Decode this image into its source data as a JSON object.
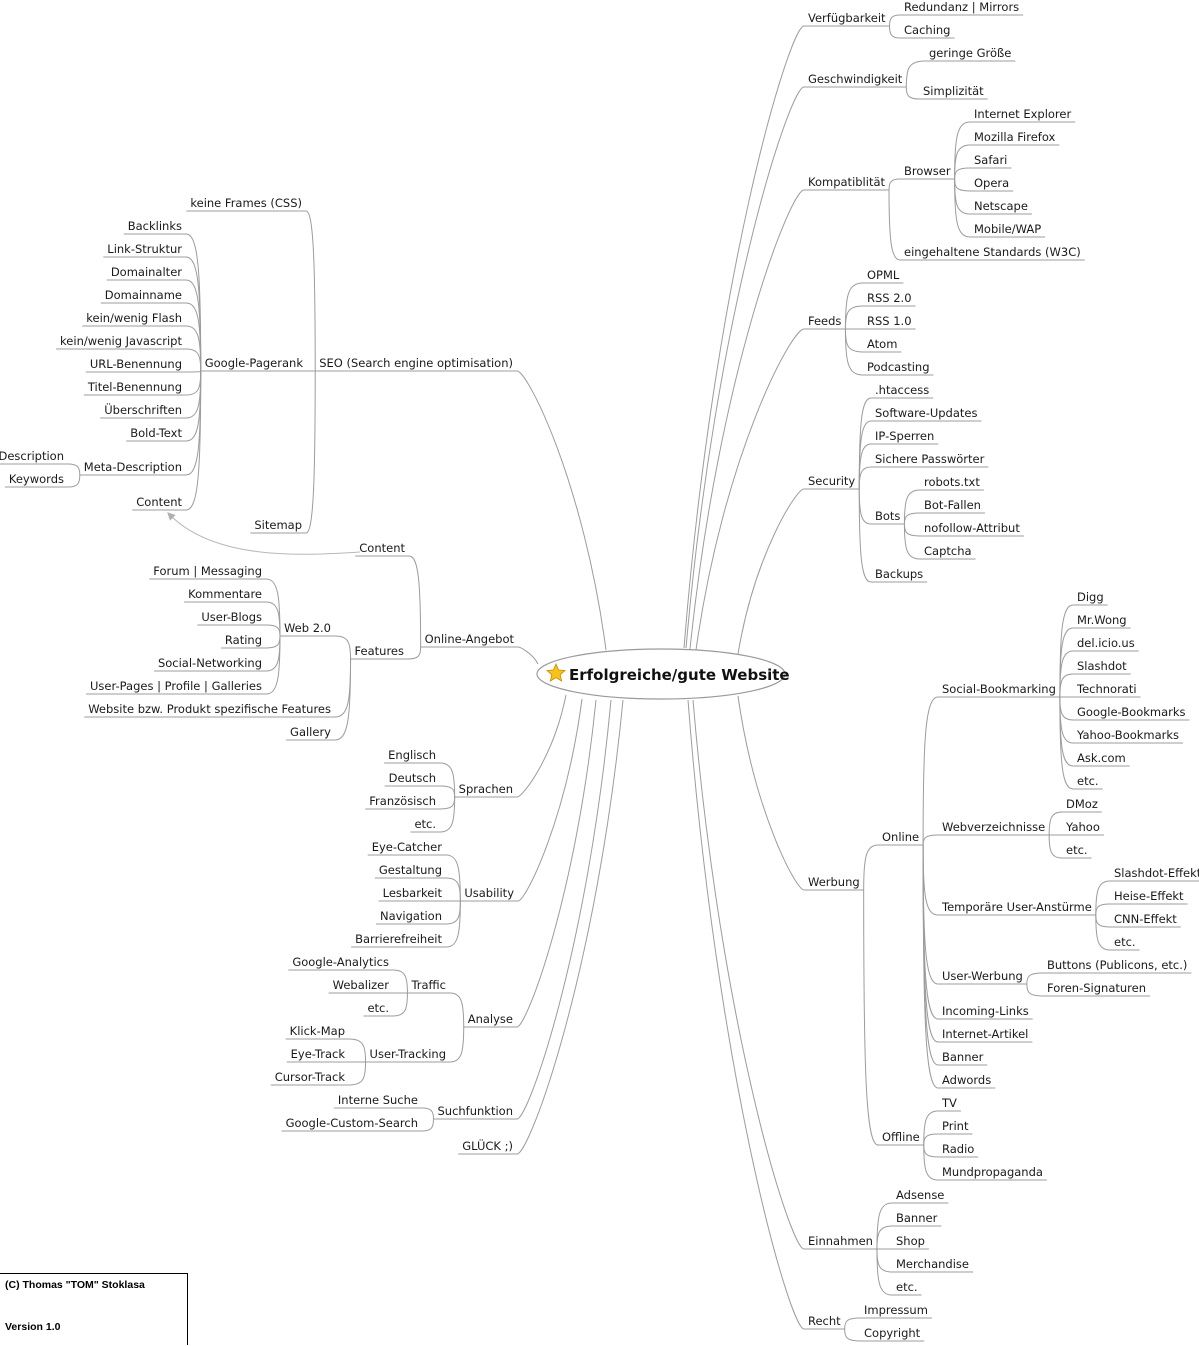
{
  "map": {
    "center": "Erfolgreiche/gute Website",
    "right": [
      {
        "label": "Verfügbarkeit",
        "children": [
          {
            "label": "Redundanz | Mirrors"
          },
          {
            "label": "Caching"
          }
        ]
      },
      {
        "label": "Geschwindigkeit",
        "children": [
          {
            "label": "geringe Größe"
          },
          {
            "label": "Simplizität"
          }
        ]
      },
      {
        "label": "Kompatiblität",
        "children": [
          {
            "label": "Browser",
            "children": [
              {
                "label": "Internet Explorer"
              },
              {
                "label": "Mozilla Firefox"
              },
              {
                "label": "Safari"
              },
              {
                "label": "Opera"
              },
              {
                "label": "Netscape"
              },
              {
                "label": "Mobile/WAP"
              }
            ]
          },
          {
            "label": "eingehaltene Standards (W3C)"
          }
        ]
      },
      {
        "label": "Feeds",
        "children": [
          {
            "label": "OPML"
          },
          {
            "label": "RSS 2.0"
          },
          {
            "label": "RSS 1.0"
          },
          {
            "label": "Atom"
          },
          {
            "label": "Podcasting"
          }
        ]
      },
      {
        "label": "Security",
        "children": [
          {
            "label": ".htaccess"
          },
          {
            "label": "Software-Updates"
          },
          {
            "label": "IP-Sperren"
          },
          {
            "label": "Sichere Passwörter"
          },
          {
            "label": "Bots",
            "children": [
              {
                "label": "robots.txt"
              },
              {
                "label": "Bot-Fallen"
              },
              {
                "label": "nofollow-Attribut"
              },
              {
                "label": "Captcha"
              }
            ]
          },
          {
            "label": "Backups"
          }
        ]
      },
      {
        "label": "Werbung",
        "children": [
          {
            "label": "Online",
            "children": [
              {
                "label": "Social-Bookmarking",
                "children": [
                  {
                    "label": "Digg"
                  },
                  {
                    "label": "Mr.Wong"
                  },
                  {
                    "label": "del.icio.us"
                  },
                  {
                    "label": "Slashdot"
                  },
                  {
                    "label": "Technorati"
                  },
                  {
                    "label": "Google-Bookmarks"
                  },
                  {
                    "label": "Yahoo-Bookmarks"
                  },
                  {
                    "label": "Ask.com"
                  },
                  {
                    "label": "etc."
                  }
                ]
              },
              {
                "label": "Webverzeichnisse",
                "children": [
                  {
                    "label": "DMoz"
                  },
                  {
                    "label": "Yahoo"
                  },
                  {
                    "label": "etc."
                  }
                ]
              },
              {
                "label": "Temporäre User-Anstürme",
                "children": [
                  {
                    "label": "Slashdot-Effekt"
                  },
                  {
                    "label": "Heise-Effekt"
                  },
                  {
                    "label": "CNN-Effekt"
                  },
                  {
                    "label": "etc."
                  }
                ]
              },
              {
                "label": "User-Werbung",
                "children": [
                  {
                    "label": "Buttons (Publicons, etc.)"
                  },
                  {
                    "label": "Foren-Signaturen"
                  }
                ]
              },
              {
                "label": "Incoming-Links"
              },
              {
                "label": "Internet-Artikel"
              },
              {
                "label": "Banner"
              },
              {
                "label": "Adwords"
              }
            ]
          },
          {
            "label": "Offline",
            "children": [
              {
                "label": "TV"
              },
              {
                "label": "Print"
              },
              {
                "label": "Radio"
              },
              {
                "label": "Mundpropaganda"
              }
            ]
          }
        ]
      },
      {
        "label": "Einnahmen",
        "children": [
          {
            "label": "Adsense"
          },
          {
            "label": "Banner"
          },
          {
            "label": "Shop"
          },
          {
            "label": "Merchandise"
          },
          {
            "label": "etc."
          }
        ]
      },
      {
        "label": "Recht",
        "children": [
          {
            "label": "Impressum"
          },
          {
            "label": "Copyright"
          }
        ]
      }
    ],
    "left": [
      {
        "label": "SEO (Search engine optimisation)",
        "children": [
          {
            "label": "keine Frames (CSS)"
          },
          {
            "label": "Google-Pagerank",
            "children": [
              {
                "label": "Backlinks"
              },
              {
                "label": "Link-Struktur"
              },
              {
                "label": "Domainalter"
              },
              {
                "label": "Domainname"
              },
              {
                "label": "kein/wenig Flash"
              },
              {
                "label": "kein/wenig Javascript"
              },
              {
                "label": "URL-Benennung"
              },
              {
                "label": "Titel-Benennung"
              },
              {
                "label": "Überschriften"
              },
              {
                "label": "Bold-Text"
              },
              {
                "label": "Meta-Description",
                "children": [
                  {
                    "label": "Description"
                  },
                  {
                    "label": "Keywords"
                  }
                ]
              },
              {
                "label": "Content"
              }
            ]
          },
          {
            "label": "Sitemap"
          }
        ]
      },
      {
        "label": "Online-Angebot",
        "children": [
          {
            "label": "Content"
          },
          {
            "label": "Features",
            "children": [
              {
                "label": "Web 2.0",
                "children": [
                  {
                    "label": "Forum | Messaging"
                  },
                  {
                    "label": "Kommentare"
                  },
                  {
                    "label": "User-Blogs"
                  },
                  {
                    "label": "Rating"
                  },
                  {
                    "label": "Social-Networking"
                  },
                  {
                    "label": "User-Pages | Profile | Galleries"
                  }
                ]
              },
              {
                "label": "Website bzw. Produkt spezifische Features"
              },
              {
                "label": "Gallery"
              }
            ]
          }
        ]
      },
      {
        "label": "Sprachen",
        "children": [
          {
            "label": "Englisch"
          },
          {
            "label": "Deutsch"
          },
          {
            "label": "Französisch"
          },
          {
            "label": "etc."
          }
        ]
      },
      {
        "label": "Usability",
        "children": [
          {
            "label": "Eye-Catcher"
          },
          {
            "label": "Gestaltung"
          },
          {
            "label": "Lesbarkeit"
          },
          {
            "label": "Navigation"
          },
          {
            "label": "Barrierefreiheit"
          }
        ]
      },
      {
        "label": "Analyse",
        "children": [
          {
            "label": "Traffic",
            "children": [
              {
                "label": "Google-Analytics"
              },
              {
                "label": "Webalizer"
              },
              {
                "label": "etc."
              }
            ]
          },
          {
            "label": "User-Tracking",
            "children": [
              {
                "label": "Klick-Map"
              },
              {
                "label": "Eye-Track"
              },
              {
                "label": "Cursor-Track"
              }
            ]
          }
        ]
      },
      {
        "label": "Suchfunktion",
        "children": [
          {
            "label": "Interne Suche"
          },
          {
            "label": "Google-Custom-Search"
          }
        ]
      },
      {
        "label": "GLÜCK ;)"
      }
    ]
  },
  "footer": {
    "line1": "(C) Thomas \"TOM\" Stoklasa",
    "line2": "Version 1.0"
  }
}
